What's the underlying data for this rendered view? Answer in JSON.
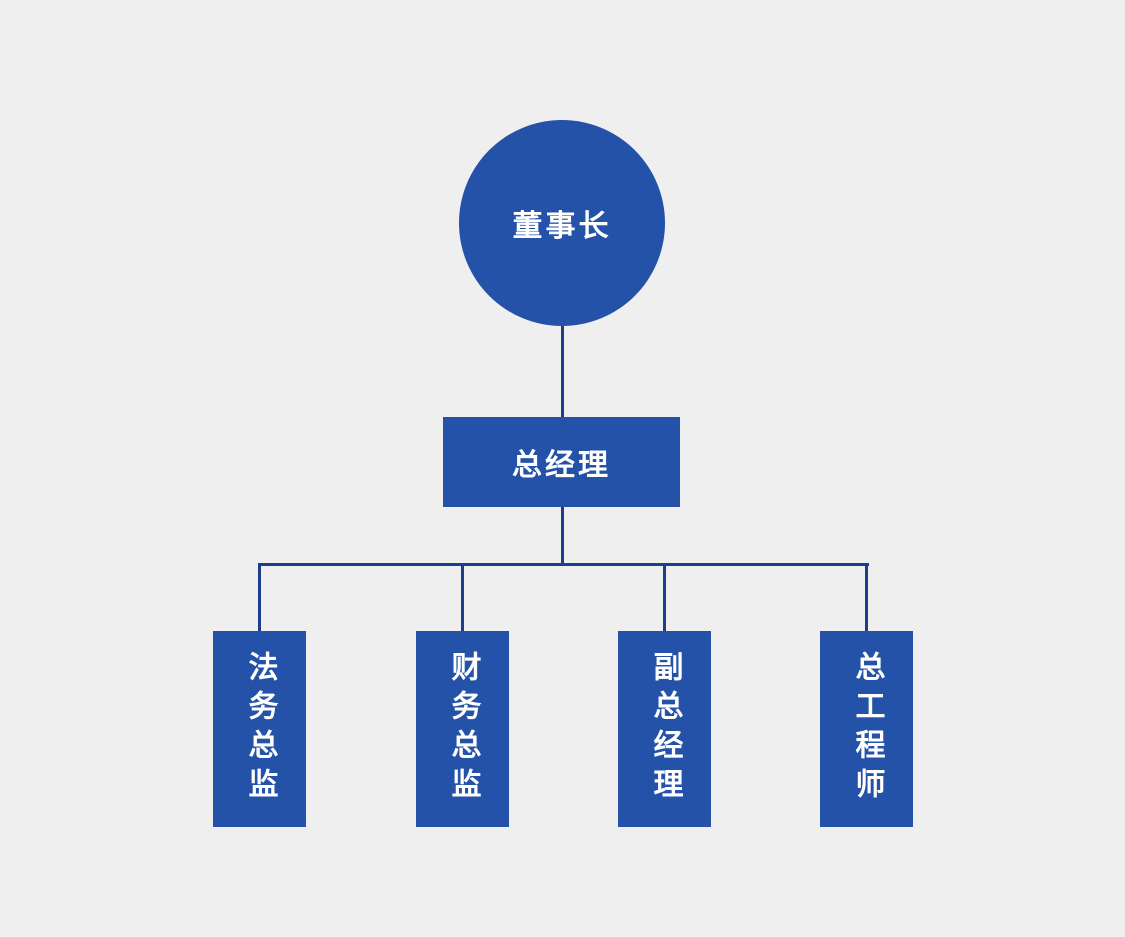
{
  "colors": {
    "background": "#efeff0",
    "node_fill": "#2452a8",
    "connector": "#1d3e8e",
    "node_text": "#ffffff"
  },
  "chart": {
    "type": "org-chart",
    "root": {
      "label": "董事长"
    },
    "manager": {
      "label": "总经理"
    },
    "departments": [
      {
        "label": "法务总监"
      },
      {
        "label": "财务总监"
      },
      {
        "label": "副总经理"
      },
      {
        "label": "总工程师"
      }
    ]
  }
}
